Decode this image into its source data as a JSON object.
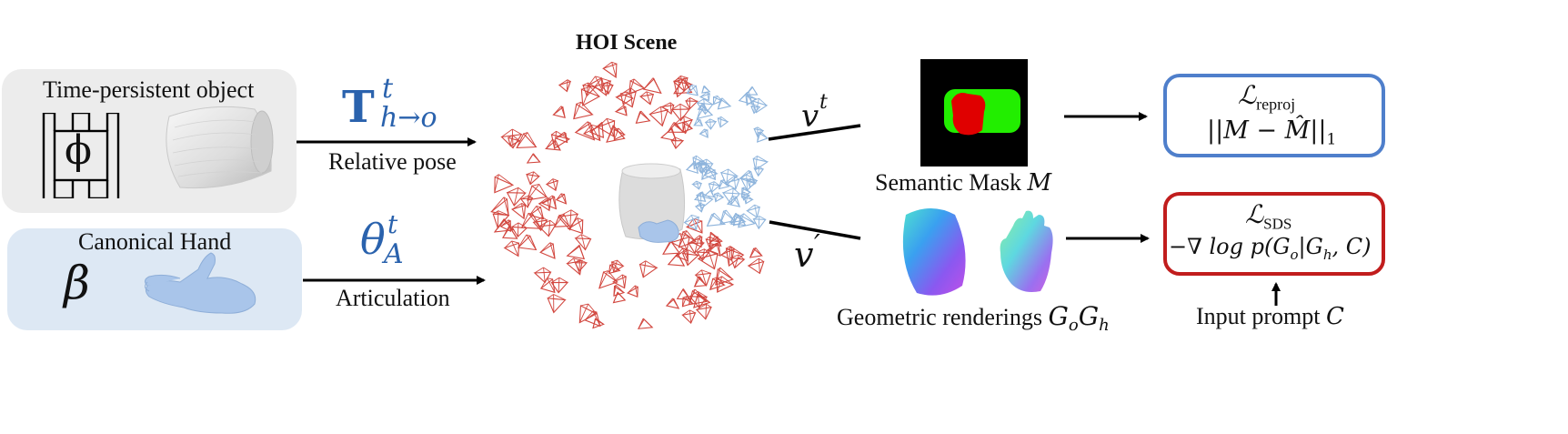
{
  "object_panel": {
    "title": "Time-persistent object",
    "symbol": "ϕ",
    "fill_color": "#ececec"
  },
  "hand_panel": {
    "title": "Canonical Hand",
    "symbol": "β",
    "fill_color": "#dde8f4"
  },
  "pose_arrow": {
    "math_base": "T",
    "math_sup": "t",
    "math_sub": "h→o",
    "label": "Relative pose"
  },
  "articulation_arrow": {
    "math_base": "θ",
    "math_sup": "t",
    "math_sub": "A",
    "label": "Articulation"
  },
  "scene": {
    "title": "HOI Scene",
    "camera_colors": {
      "generated": "#d2473f",
      "observed": "#8eb4dc"
    }
  },
  "view_labels": {
    "observed": {
      "base": "v",
      "sup": "t"
    },
    "novel": {
      "base": "v",
      "sup": "′"
    }
  },
  "mask": {
    "label_text": "Semantic Mask ",
    "label_math": "M",
    "colors": {
      "background": "#000000",
      "object": "#22ee00",
      "hand": "#e00000"
    }
  },
  "renderings": {
    "label_text": "Geometric renderings ",
    "label_math_1": "G",
    "label_sub_1": "o",
    "label_math_2": "G",
    "label_sub_2": "h"
  },
  "losses": {
    "reproj": {
      "symbol": "ℒ",
      "subscript": "reproj",
      "formula": "||M − M̂||",
      "formula_sub": "1",
      "border_color": "#4f7fcb"
    },
    "sds": {
      "symbol": "ℒ",
      "subscript": "SDS",
      "formula": "−∇ log p(G",
      "formula_sub1": "o",
      "formula_mid": "|G",
      "formula_sub2": "h",
      "formula_end": ", C)",
      "border_color": "#c11d1d"
    }
  },
  "prompt": {
    "label_text": "Input prompt ",
    "label_math": "C"
  }
}
